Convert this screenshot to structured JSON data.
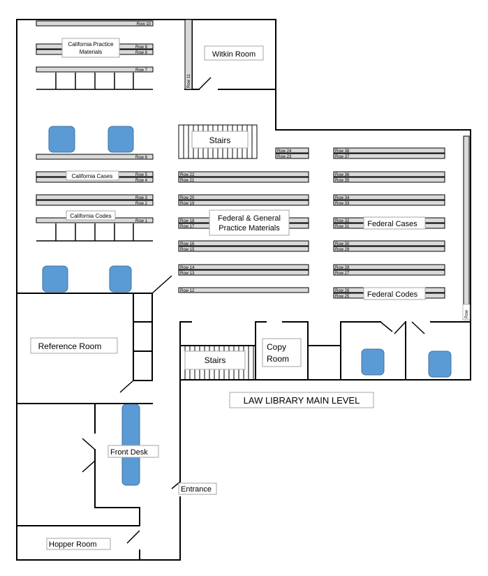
{
  "title": "LAW LIBRARY MAIN LEVEL",
  "colors": {
    "wall": "#000000",
    "shelf": "#d9d9d9",
    "table": "#5b9bd5",
    "label_border": "#a6a6a6"
  },
  "rooms": {
    "witkin": "Witkin Room",
    "reference": "Reference Room",
    "copy_line1": "Copy",
    "copy_line2": "Room",
    "front_desk": "Front Desk",
    "hopper": "Hopper Room",
    "entrance": "Entrance",
    "stairs_upper": "Stairs",
    "stairs_lower": "Stairs"
  },
  "collections": {
    "ca_practice_line1": "California Practice",
    "ca_practice_line2": "Materials",
    "ca_cases": "California Cases",
    "ca_codes": "California Codes",
    "federal_general_line1": "Federal & General",
    "federal_general_line2": "Practice Materials",
    "federal_cases": "Federal Cases",
    "federal_codes": "Federal Codes"
  },
  "rows": {
    "r1": "Row 1",
    "r2": "Row 2",
    "r3": "Row 3",
    "r4": "Row 4",
    "r5": "Row 5",
    "r6": "Row 6",
    "r7": "Row 7",
    "r8": "Row 8",
    "r9": "Row 9",
    "r10": "Row 10",
    "r11": "Row 11",
    "r12": "Row 12",
    "r13": "Row 13",
    "r14": "Row 14",
    "r15": "Row 15",
    "r16": "Row 16",
    "r17": "Row 17",
    "r18": "Row 18",
    "r19": "Row 19",
    "r20": "Row 20",
    "r21": "Row 21",
    "r22": "Row 22",
    "r23": "Row 23",
    "r24": "Row 24",
    "r25": "Row 25",
    "r26": "Row 26",
    "r27": "Row 27",
    "r28": "Row 28",
    "r29": "Row 29",
    "r30": "Row 30",
    "r31": "Row 31",
    "r32": "Row 32",
    "r33": "Row 33",
    "r34": "Row 34",
    "r35": "Row 35",
    "r36": "Row 36",
    "r37": "Row 37",
    "r38": "Row 38",
    "side": "Row"
  }
}
